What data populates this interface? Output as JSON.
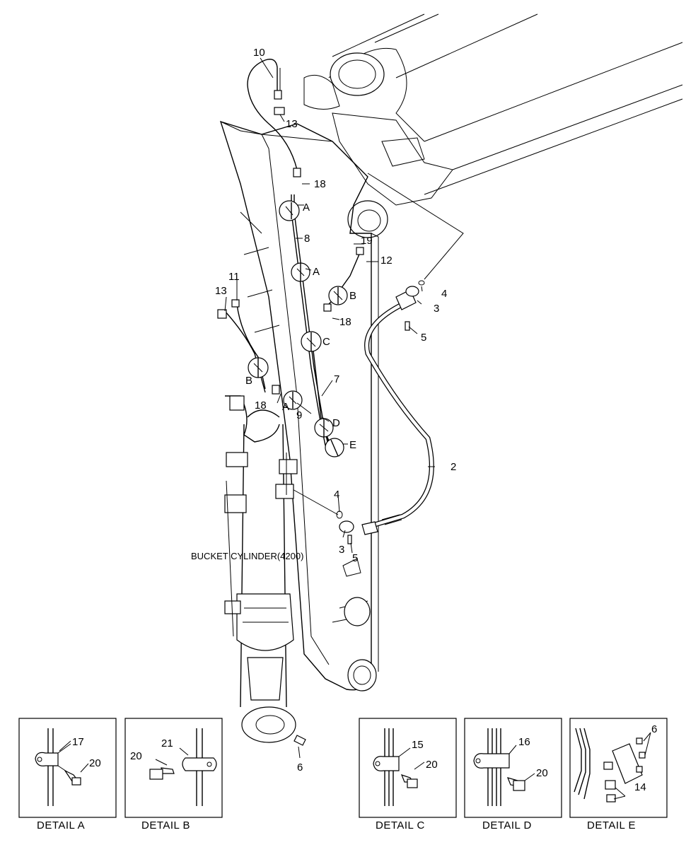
{
  "callouts": {
    "c10": "10",
    "c13a": "13",
    "c18a": "18",
    "cA1": "A",
    "c8": "8",
    "c19": "19",
    "c12": "12",
    "cA2": "A",
    "c4a": "4",
    "c3a": "3",
    "c11": "11",
    "c13b": "13",
    "cB1": "B",
    "c18b": "18",
    "c5a": "5",
    "cC": "C",
    "c7": "7",
    "cB2": "B",
    "c18c": "18",
    "cA3": "A",
    "c9": "9",
    "cD": "D",
    "cE": "E",
    "c2": "2",
    "c4b": "4",
    "c3b": "3",
    "c5b": "5",
    "c6": "6"
  },
  "component_label": "BUCKET CYLINDER(4200)",
  "details": [
    {
      "caption": "DETAIL  A",
      "labels": [
        "17",
        "20"
      ]
    },
    {
      "caption": "DETAIL  B",
      "labels": [
        "21",
        "20"
      ]
    },
    {
      "caption": "DETAIL  C",
      "labels": [
        "15",
        "20"
      ]
    },
    {
      "caption": "DETAIL  D",
      "labels": [
        "16",
        "20"
      ]
    },
    {
      "caption": "DETAIL  E",
      "labels": [
        "6",
        "14"
      ]
    }
  ]
}
